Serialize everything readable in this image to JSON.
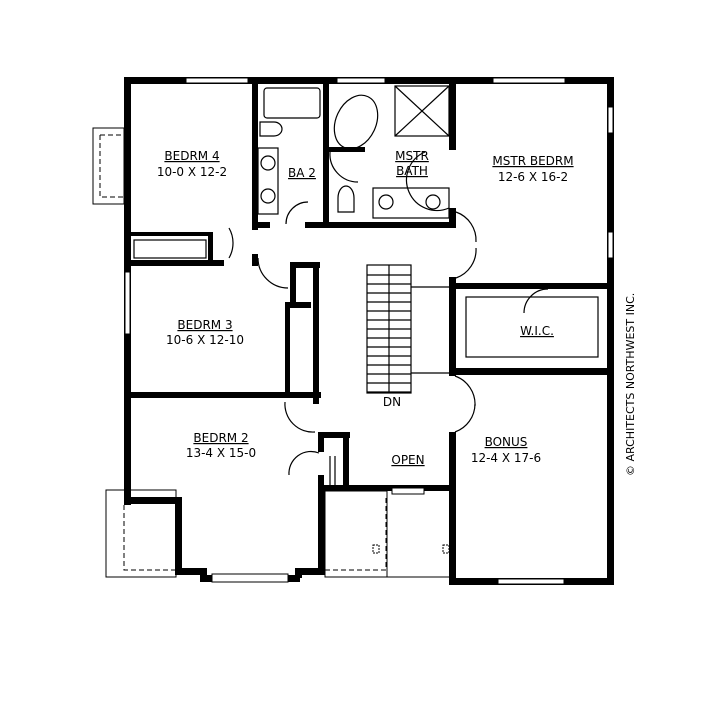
{
  "plan": {
    "rooms": [
      {
        "name": "BEDRM 4",
        "size": "10-0 X 12-2"
      },
      {
        "name": "BA 2",
        "size": ""
      },
      {
        "name": "MSTR BATH",
        "line1": "MSTR",
        "line2": "BATH"
      },
      {
        "name": "MSTR BEDRM",
        "size": "12-6 X 16-2"
      },
      {
        "name": "W.I.C.",
        "size": ""
      },
      {
        "name": "BEDRM 3",
        "size": "10-6 X 12-10"
      },
      {
        "name": "BEDRM 2",
        "size": "13-4 X 15-0"
      },
      {
        "name": "OPEN",
        "size": ""
      },
      {
        "name": "BONUS",
        "size": "12-4 X 17-6"
      }
    ],
    "stair_label": "DN",
    "watermark": "© ARCHITECTS NORTHWEST INC.",
    "colors": {
      "wall": "#000000",
      "background": "#ffffff"
    }
  }
}
